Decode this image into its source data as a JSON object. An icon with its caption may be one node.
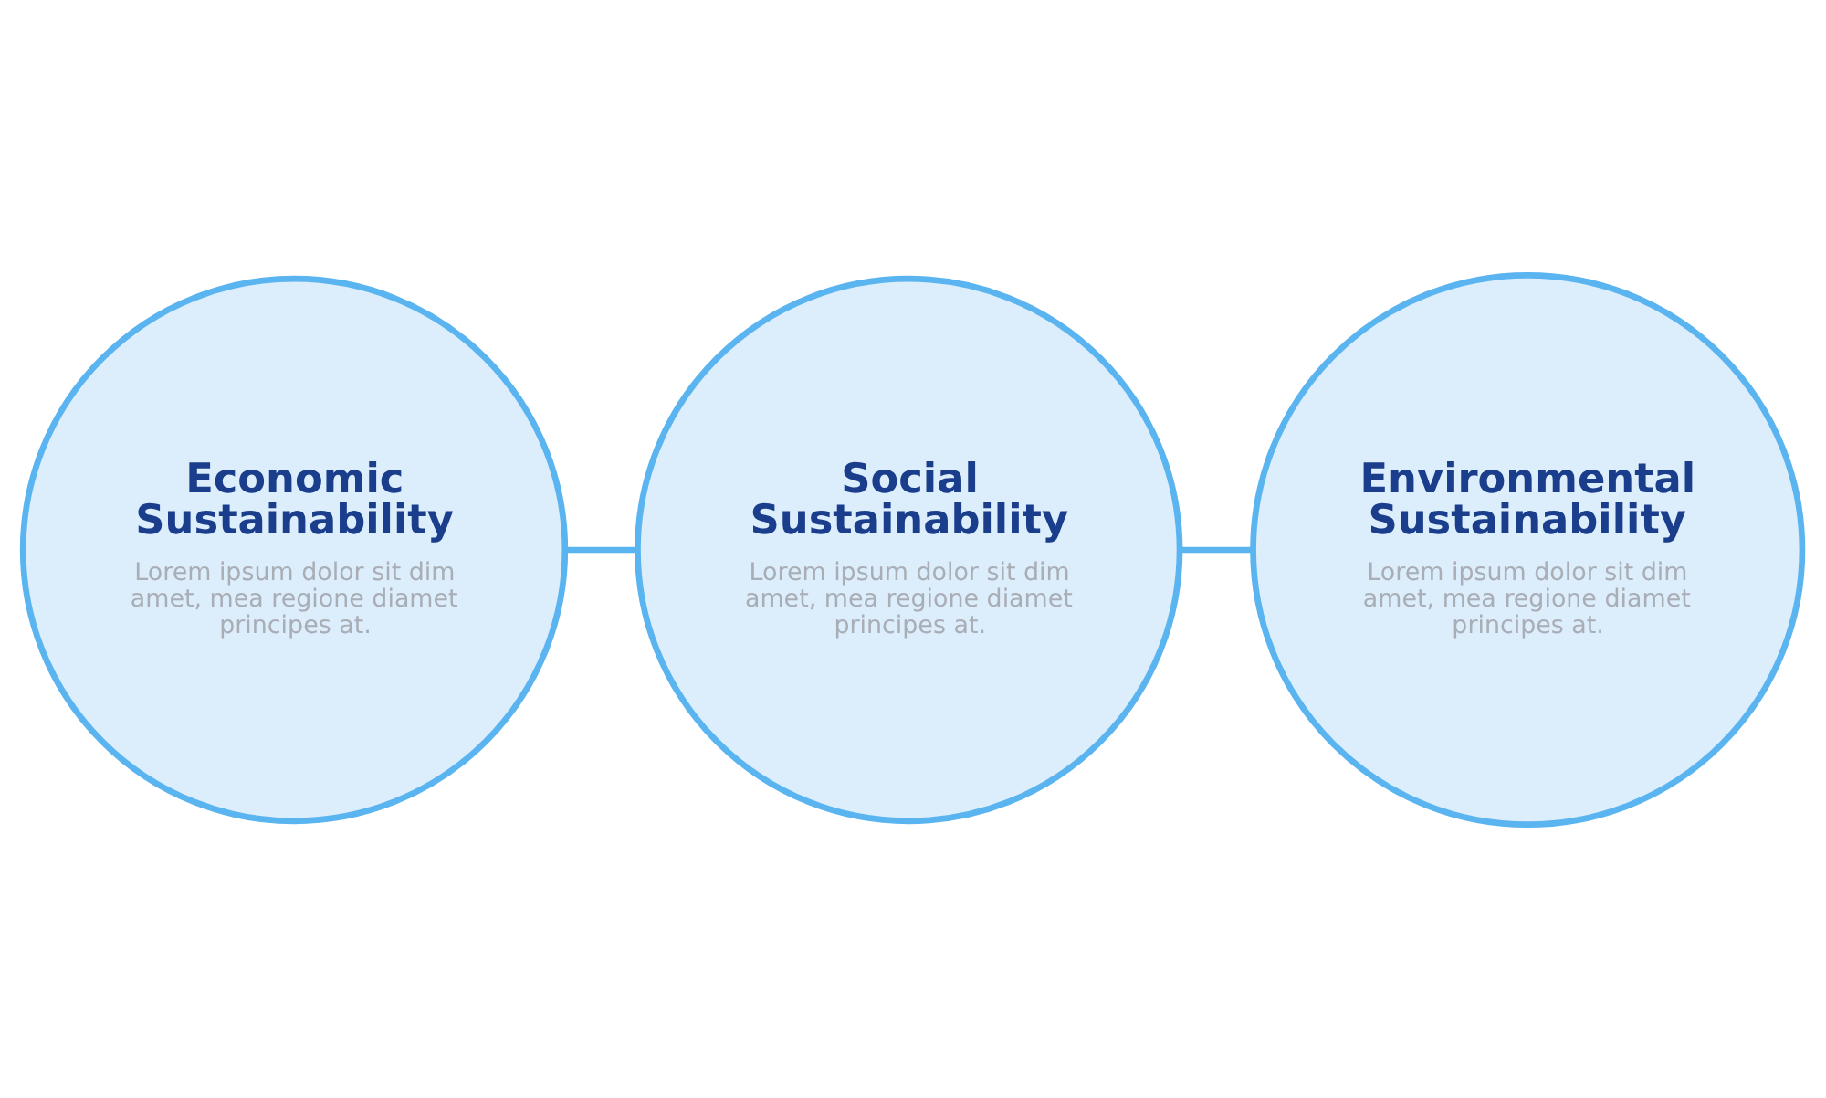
{
  "diagram": {
    "nodes": [
      {
        "text": [
          "Economic Sustainability",
          "Lorem ipsum dolor sit dim amet, mea regione diamet principes at."
        ]
      },
      {
        "text": [
          "Social Sustainability",
          "Lorem ipsum dolor sit dim amet, mea regione diamet principes at."
        ]
      },
      {
        "text": [
          "Environmental Sustainability",
          "Lorem ipsum dolor sit dim amet, mea regione diamet principes at."
        ]
      }
    ],
    "edges": [
      {
        "from": 0,
        "to": 1,
        "arrow": "none"
      },
      {
        "from": 1,
        "to": 2,
        "arrow": "none"
      }
    ]
  }
}
